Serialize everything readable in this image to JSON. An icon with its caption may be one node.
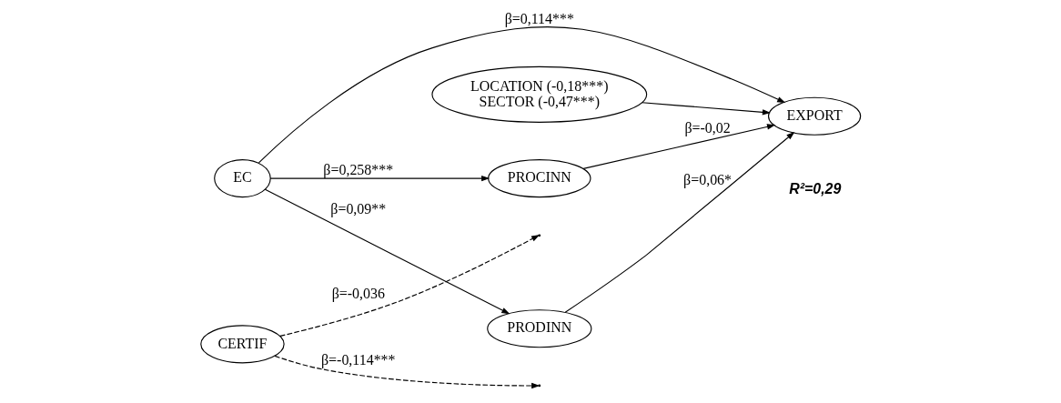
{
  "diagram": {
    "nodes": [
      {
        "text": [
          "PRODINN"
        ]
      },
      {
        "text": [
          "CERTIF"
        ]
      },
      {
        "text": [
          "EC"
        ]
      },
      {
        "text": [
          "EXPORT"
        ],
        "beside": [
          "R²=0,29"
        ]
      },
      {
        "text": [
          "LOCATION (-0,18***)",
          "SECTOR (-0,47***)"
        ]
      },
      {
        "text": [
          "PROCINN"
        ]
      }
    ],
    "edges": [
      {
        "from": 2,
        "to": 0,
        "arrow": "to",
        "label": "β=0,09**"
      },
      {
        "from": 1,
        "to": null,
        "arrow": "to",
        "label": "β=-0,036",
        "style": "dashed"
      },
      {
        "from": 0,
        "to": 3,
        "arrow": "to",
        "label": "β=0,06*"
      },
      {
        "from": 2,
        "to": 3,
        "arrow": "to",
        "label": "β=0,114***"
      },
      {
        "from": 4,
        "to": 3,
        "arrow": "to"
      },
      {
        "from": 1,
        "to": null,
        "arrow": "to",
        "label": "β=-0,114***",
        "style": "dashed"
      },
      {
        "from": 2,
        "to": 5,
        "arrow": "to",
        "label": "β=0,258***"
      },
      {
        "from": 5,
        "to": 3,
        "arrow": "to",
        "label": "β=-0,02"
      }
    ]
  }
}
